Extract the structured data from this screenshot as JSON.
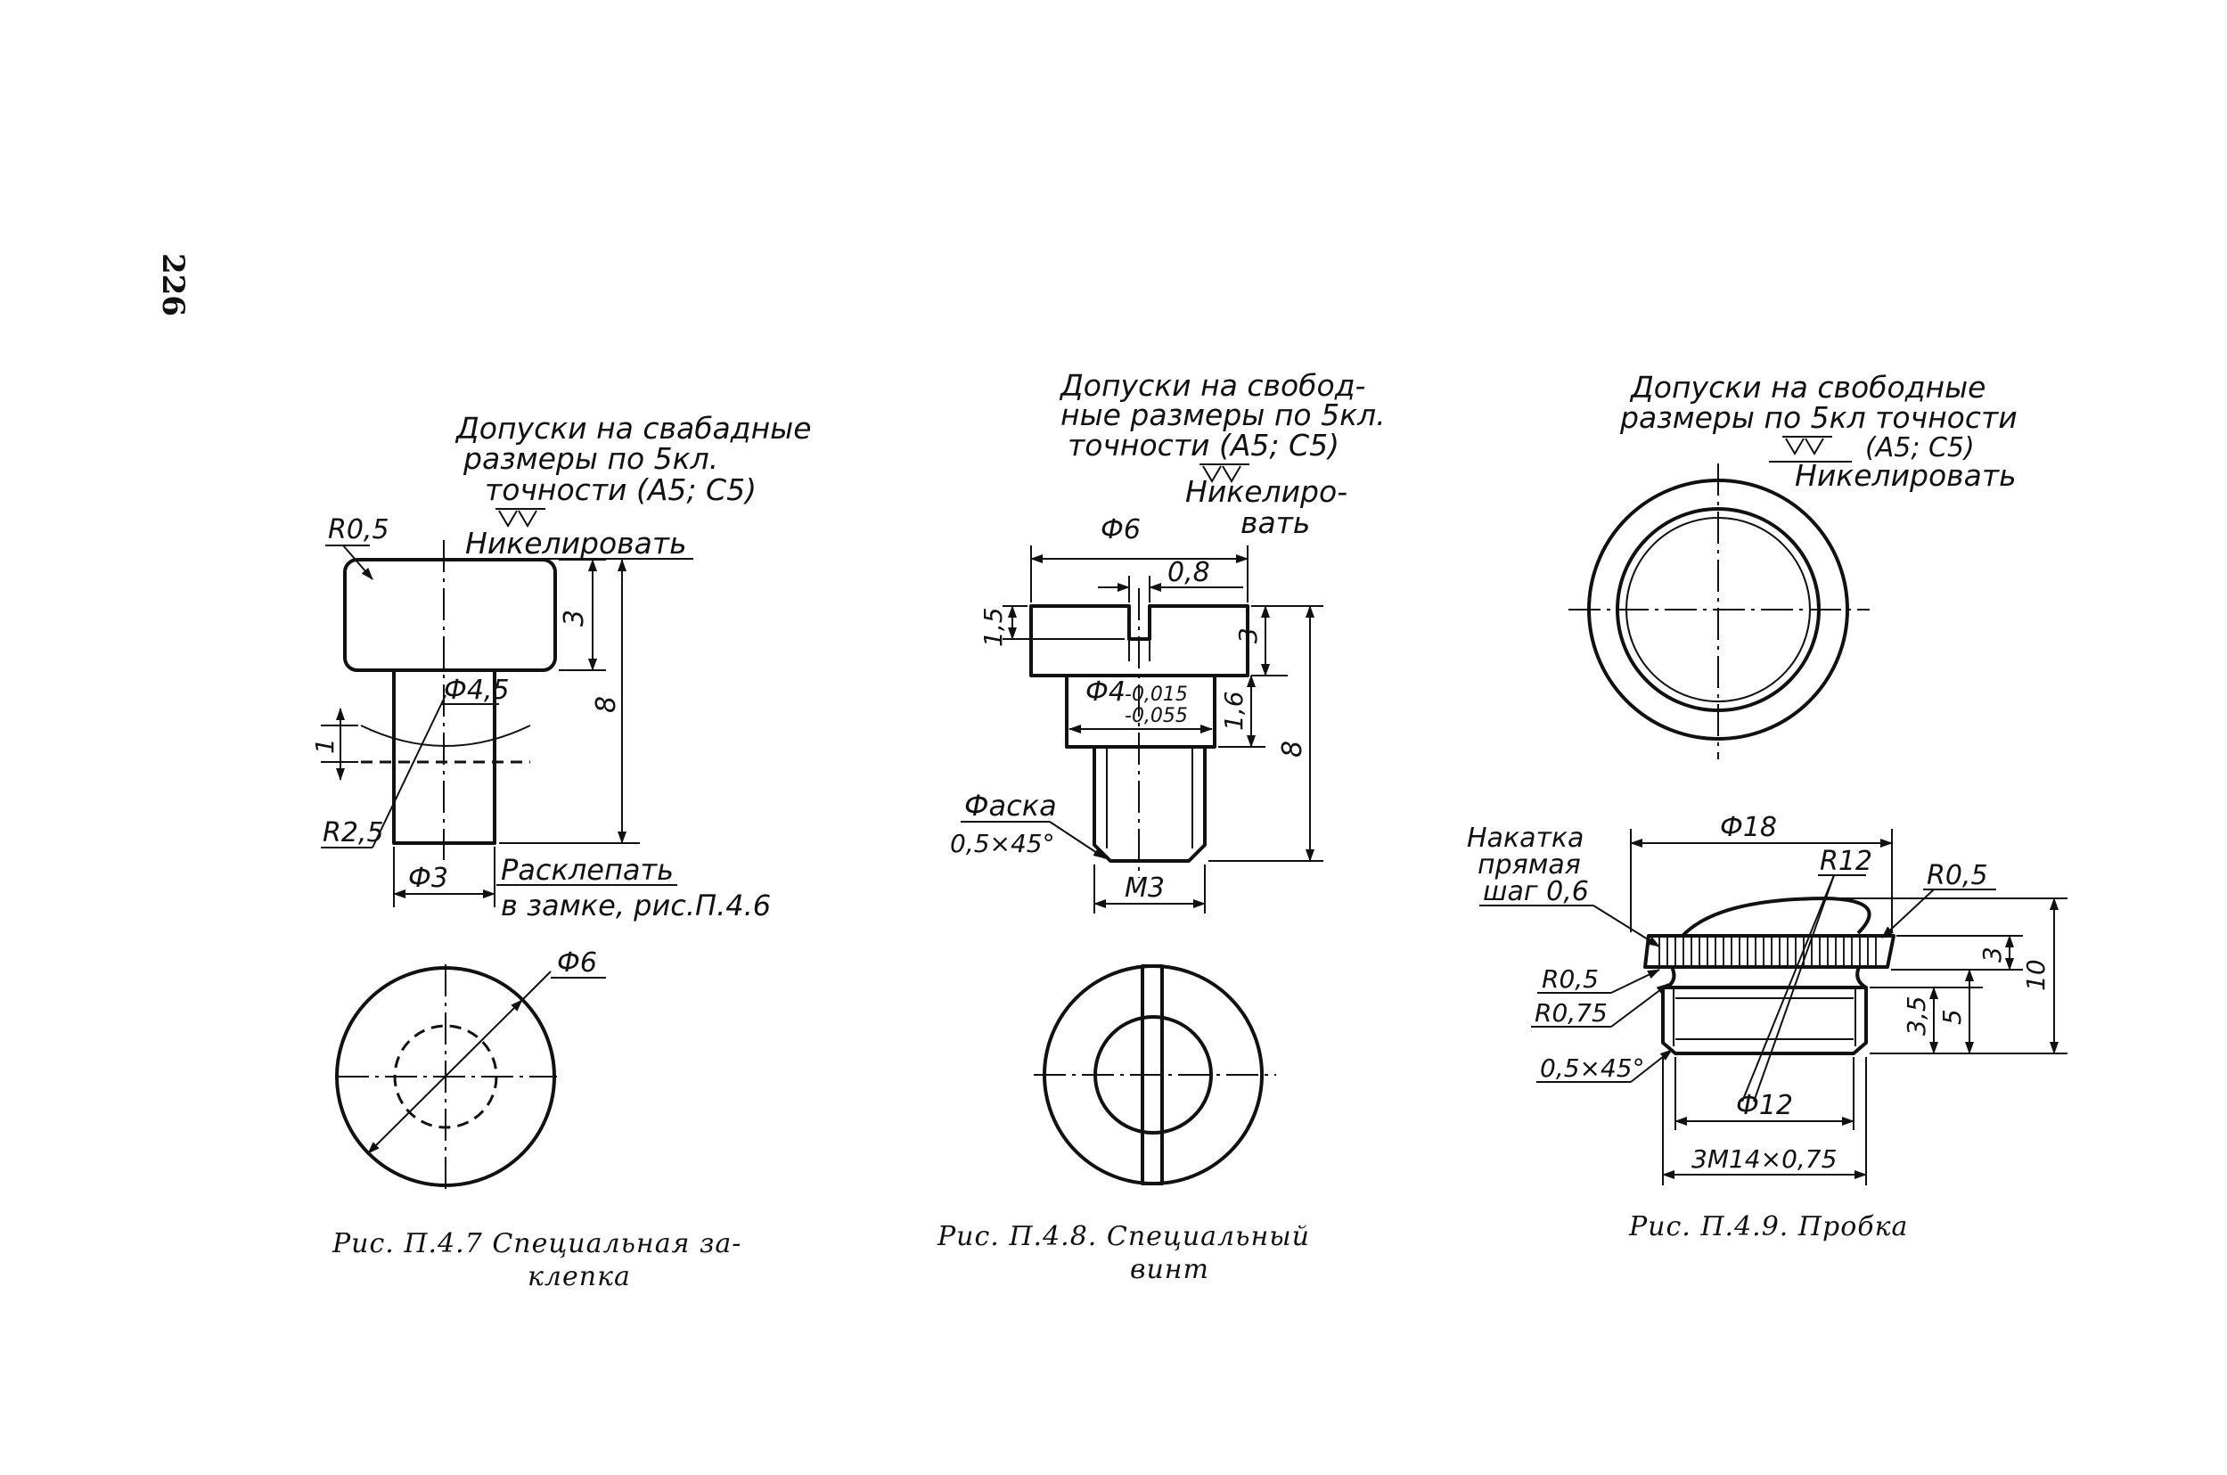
{
  "page": {
    "number": "226"
  },
  "figure1": {
    "note": [
      "Допуски на свабадные",
      "размеры по 5кл.",
      "точности (A5; C5)"
    ],
    "finish": "Никелировать",
    "labels": {
      "r05": "R0,5",
      "d45": "Ф4,5",
      "r25": "R2,5",
      "d3": "Ф3",
      "d6": "Ф6",
      "h3": "3",
      "h8": "8",
      "h1": "1"
    },
    "rivet_note": [
      "Расклепать",
      "в замке, рис.П.4.6"
    ],
    "caption": [
      "Рис.  П.4.7   Специальная   за-",
      "клепка"
    ]
  },
  "figure2": {
    "note": [
      "Допуски на свобод-",
      "ные размеры по 5кл.",
      "точности (A5; C5)"
    ],
    "finish": [
      "Никелиро-",
      "вать"
    ],
    "labels": {
      "d6": "Ф6",
      "s08": "0,8",
      "h15": "1,5",
      "h3": "3",
      "h8": "8",
      "h16": "1,6",
      "d4": "Ф4",
      "tol_upper": "-0,015",
      "tol_lower": "-0,055",
      "m3": "M3"
    },
    "chamfer": [
      "Фаска",
      "0,5×45°"
    ],
    "caption": [
      "Рис.  П.4.8.  Специальный",
      "винт"
    ]
  },
  "figure3": {
    "note": [
      "Допуски на свободные",
      "размеры по 5кл точности",
      "(A5; C5)"
    ],
    "finish": "Никелировать",
    "knurl": [
      "Накатка",
      "прямая",
      "шаг 0,6"
    ],
    "labels": {
      "d18": "Ф18",
      "r12": "R12",
      "r05a": "R0,5",
      "r05b": "R0,5",
      "r075": "R0,75",
      "ch": "0,5×45°",
      "d12": "Ф12",
      "m14": "3M14×0,75",
      "h3": "3",
      "h10": "10",
      "h35": "3,5",
      "h5": "5"
    },
    "caption": "Рис.  П.4.9.  Пробка"
  }
}
